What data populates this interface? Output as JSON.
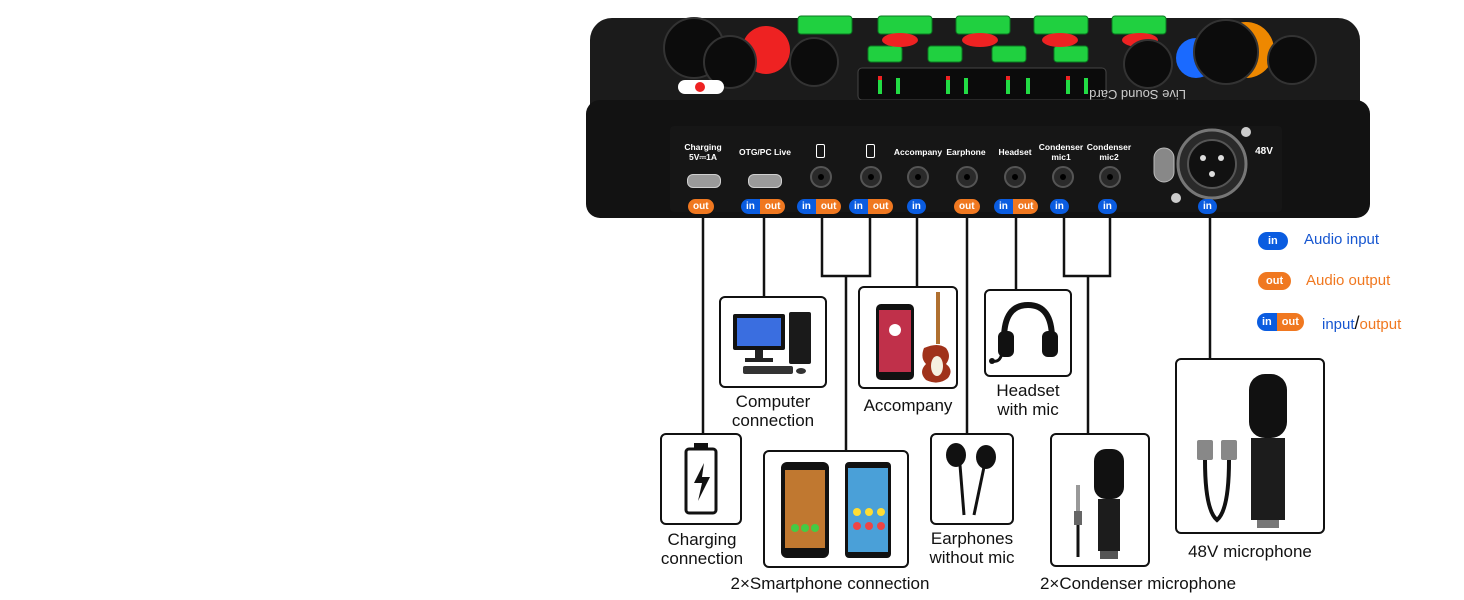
{
  "ports": [
    {
      "label": "Charging\n5V⎓1A",
      "badge": "out"
    },
    {
      "label": "OTG/PC Live",
      "badge": "in/out"
    },
    {
      "label": "phone-1",
      "badge": "in/out"
    },
    {
      "label": "phone-2",
      "badge": "in/out"
    },
    {
      "label": "Accompany",
      "badge": "in"
    },
    {
      "label": "Earphone",
      "badge": "out"
    },
    {
      "label": "Headset",
      "badge": "in/out"
    },
    {
      "label": "Condenser\nmic1",
      "badge": "in"
    },
    {
      "label": "Condenser\nmic2",
      "badge": "in"
    },
    {
      "label": "48V",
      "badge": "in"
    }
  ],
  "port_text": {
    "charging_1": "Charging",
    "charging_2": "5V⎓1A",
    "otg": "OTG/PC Live",
    "accompany": "Accompany",
    "earphone": "Earphone",
    "headset": "Headset",
    "condenser1_1": "Condenser",
    "condenser1_2": "mic1",
    "condenser2_1": "Condenser",
    "condenser2_2": "mic2",
    "v48": "48V"
  },
  "badges": {
    "in": "in",
    "out": "out"
  },
  "device_label": "Live Sound Card",
  "captions": {
    "computer_1": "Computer",
    "computer_2": "connection",
    "accompany": "Accompany",
    "headset_1": "Headset",
    "headset_2": "with mic",
    "charging_1": "Charging",
    "charging_2": "connection",
    "smartphone": "2×Smartphone connection",
    "earphones_1": "Earphones",
    "earphones_2": "without mic",
    "condenser": "2×Condenser microphone",
    "mic48v": "48V microphone"
  },
  "legend": {
    "in_label": "Audio input",
    "out_label": "Audio output",
    "inout_input": "input",
    "inout_slash": "/",
    "inout_output": "output"
  },
  "colors": {
    "input": "#0a5ce0",
    "output": "#f07820",
    "led_green": "#22dd44",
    "led_red": "#ee2222"
  }
}
